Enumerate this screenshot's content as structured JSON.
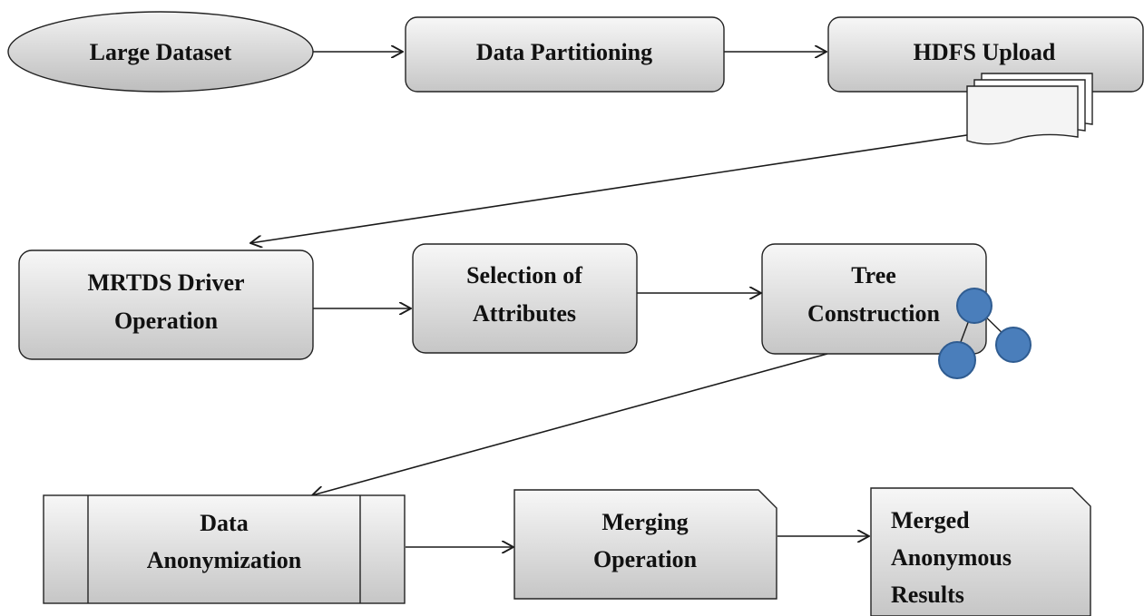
{
  "nodes": {
    "large_dataset": {
      "label": "Large Dataset",
      "shape": "ellipse"
    },
    "data_partitioning": {
      "label": "Data Partitioning",
      "shape": "rounded-rect"
    },
    "hdfs_upload": {
      "label": "HDFS Upload",
      "shape": "rounded-rect",
      "icon": "multi-document-icon"
    },
    "mrtds_driver": {
      "lines": [
        "MRTDS Driver",
        "Operation"
      ],
      "shape": "rounded-rect"
    },
    "selection_attributes": {
      "lines": [
        "Selection of",
        "Attributes"
      ],
      "shape": "rounded-rect"
    },
    "tree_construction": {
      "lines": [
        "Tree",
        "Construction"
      ],
      "shape": "rounded-rect",
      "icon": "tree-nodes-icon"
    },
    "data_anonymization": {
      "lines": [
        "Data",
        "Anonymization"
      ],
      "shape": "predefined-process"
    },
    "merging_operation": {
      "lines": [
        "Merging",
        "Operation"
      ],
      "shape": "snipped-corner-rect"
    },
    "merged_results": {
      "lines": [
        "Merged",
        "Anonymous",
        "Results"
      ],
      "shape": "snipped-corner-rect"
    }
  },
  "edges": [
    {
      "from": "large_dataset",
      "to": "data_partitioning"
    },
    {
      "from": "data_partitioning",
      "to": "hdfs_upload"
    },
    {
      "from": "hdfs_upload",
      "to": "mrtds_driver"
    },
    {
      "from": "mrtds_driver",
      "to": "selection_attributes"
    },
    {
      "from": "selection_attributes",
      "to": "tree_construction"
    },
    {
      "from": "tree_construction",
      "to": "data_anonymization"
    },
    {
      "from": "data_anonymization",
      "to": "merging_operation"
    },
    {
      "from": "merging_operation",
      "to": "merged_results"
    }
  ],
  "colors": {
    "node_fill_light": "#f4f4f4",
    "node_fill_dark": "#c9c9c9",
    "outline": "#222222",
    "tree_node_fill": "#4a7ebb",
    "tree_node_stroke": "#2f5c91"
  }
}
